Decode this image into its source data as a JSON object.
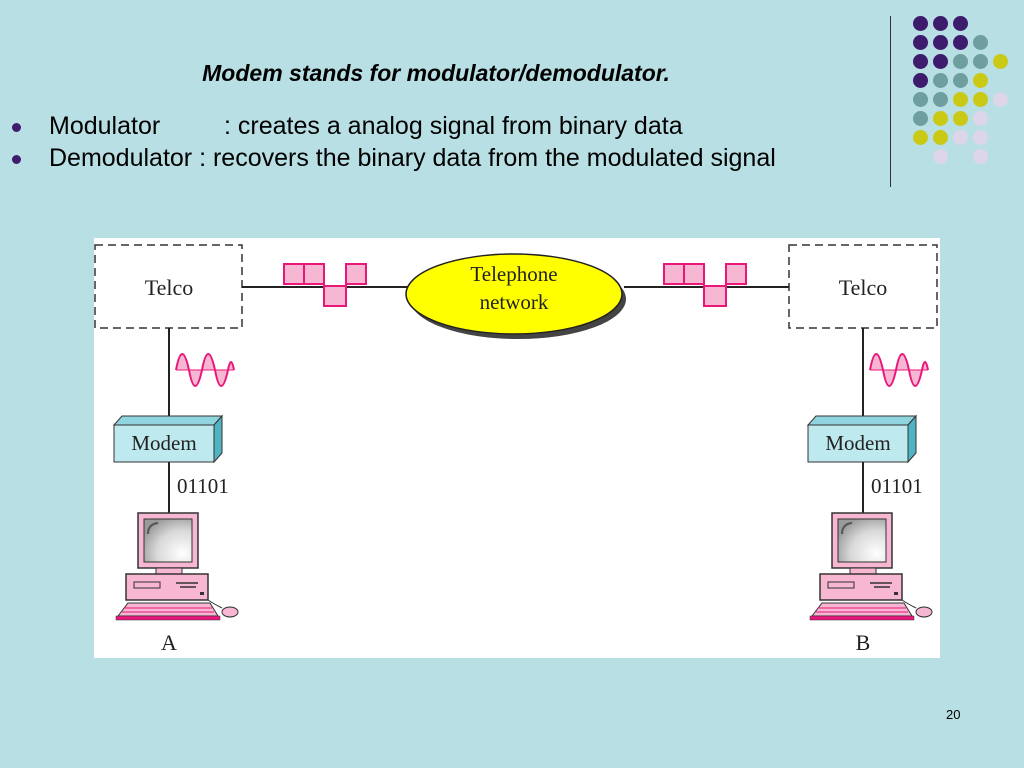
{
  "slide": {
    "title": "Modem stands for modulator/demodulator.",
    "bullets": [
      {
        "term": "Modulator",
        "desc": ": creates a analog signal from binary data"
      },
      {
        "term": "Demodulator",
        "desc": ": recovers the binary data from the modulated signal"
      }
    ],
    "page_number": "20"
  },
  "diagram": {
    "left_telco": "Telco",
    "right_telco": "Telco",
    "network_label_line1": "Telephone",
    "network_label_line2": "network",
    "left_modem": "Modem",
    "right_modem": "Modem",
    "left_bits": "01101",
    "right_bits": "01101",
    "left_computer": "A",
    "right_computer": "B"
  },
  "colors": {
    "background": "#b8dfe3",
    "signal": "#e8187a",
    "signal_fill": "#f7b6d2",
    "network_fill": "#ffff00",
    "modem_fill": "#bde9ef",
    "bullet": "#3d1c6e",
    "dot_purple": "#3d1c6e",
    "dot_teal": "#6e9e9e",
    "dot_yellow": "#c9c916",
    "dot_lavender": "#ddd6e8"
  }
}
